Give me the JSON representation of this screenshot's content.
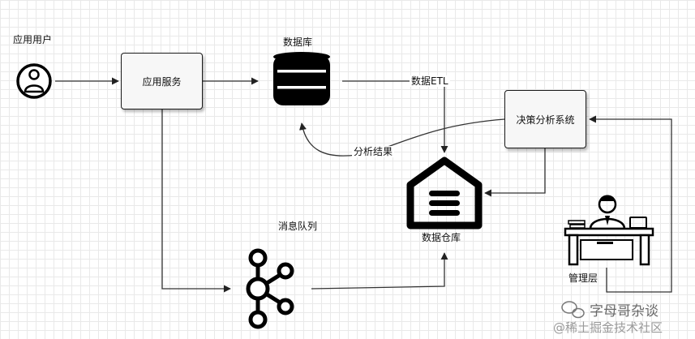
{
  "nodes": {
    "user_label": "应用用户",
    "app_service": "应用服务",
    "database": "数据库",
    "decision_system": "决策分析系统",
    "data_warehouse": "数据仓库",
    "message_queue": "消息队列",
    "management": "管理层"
  },
  "edges": {
    "data_etl": "数据ETL",
    "analysis_result": "分析结果"
  },
  "watermark": {
    "line1": "字母哥杂谈",
    "line2": "@稀土掘金技术社区"
  }
}
